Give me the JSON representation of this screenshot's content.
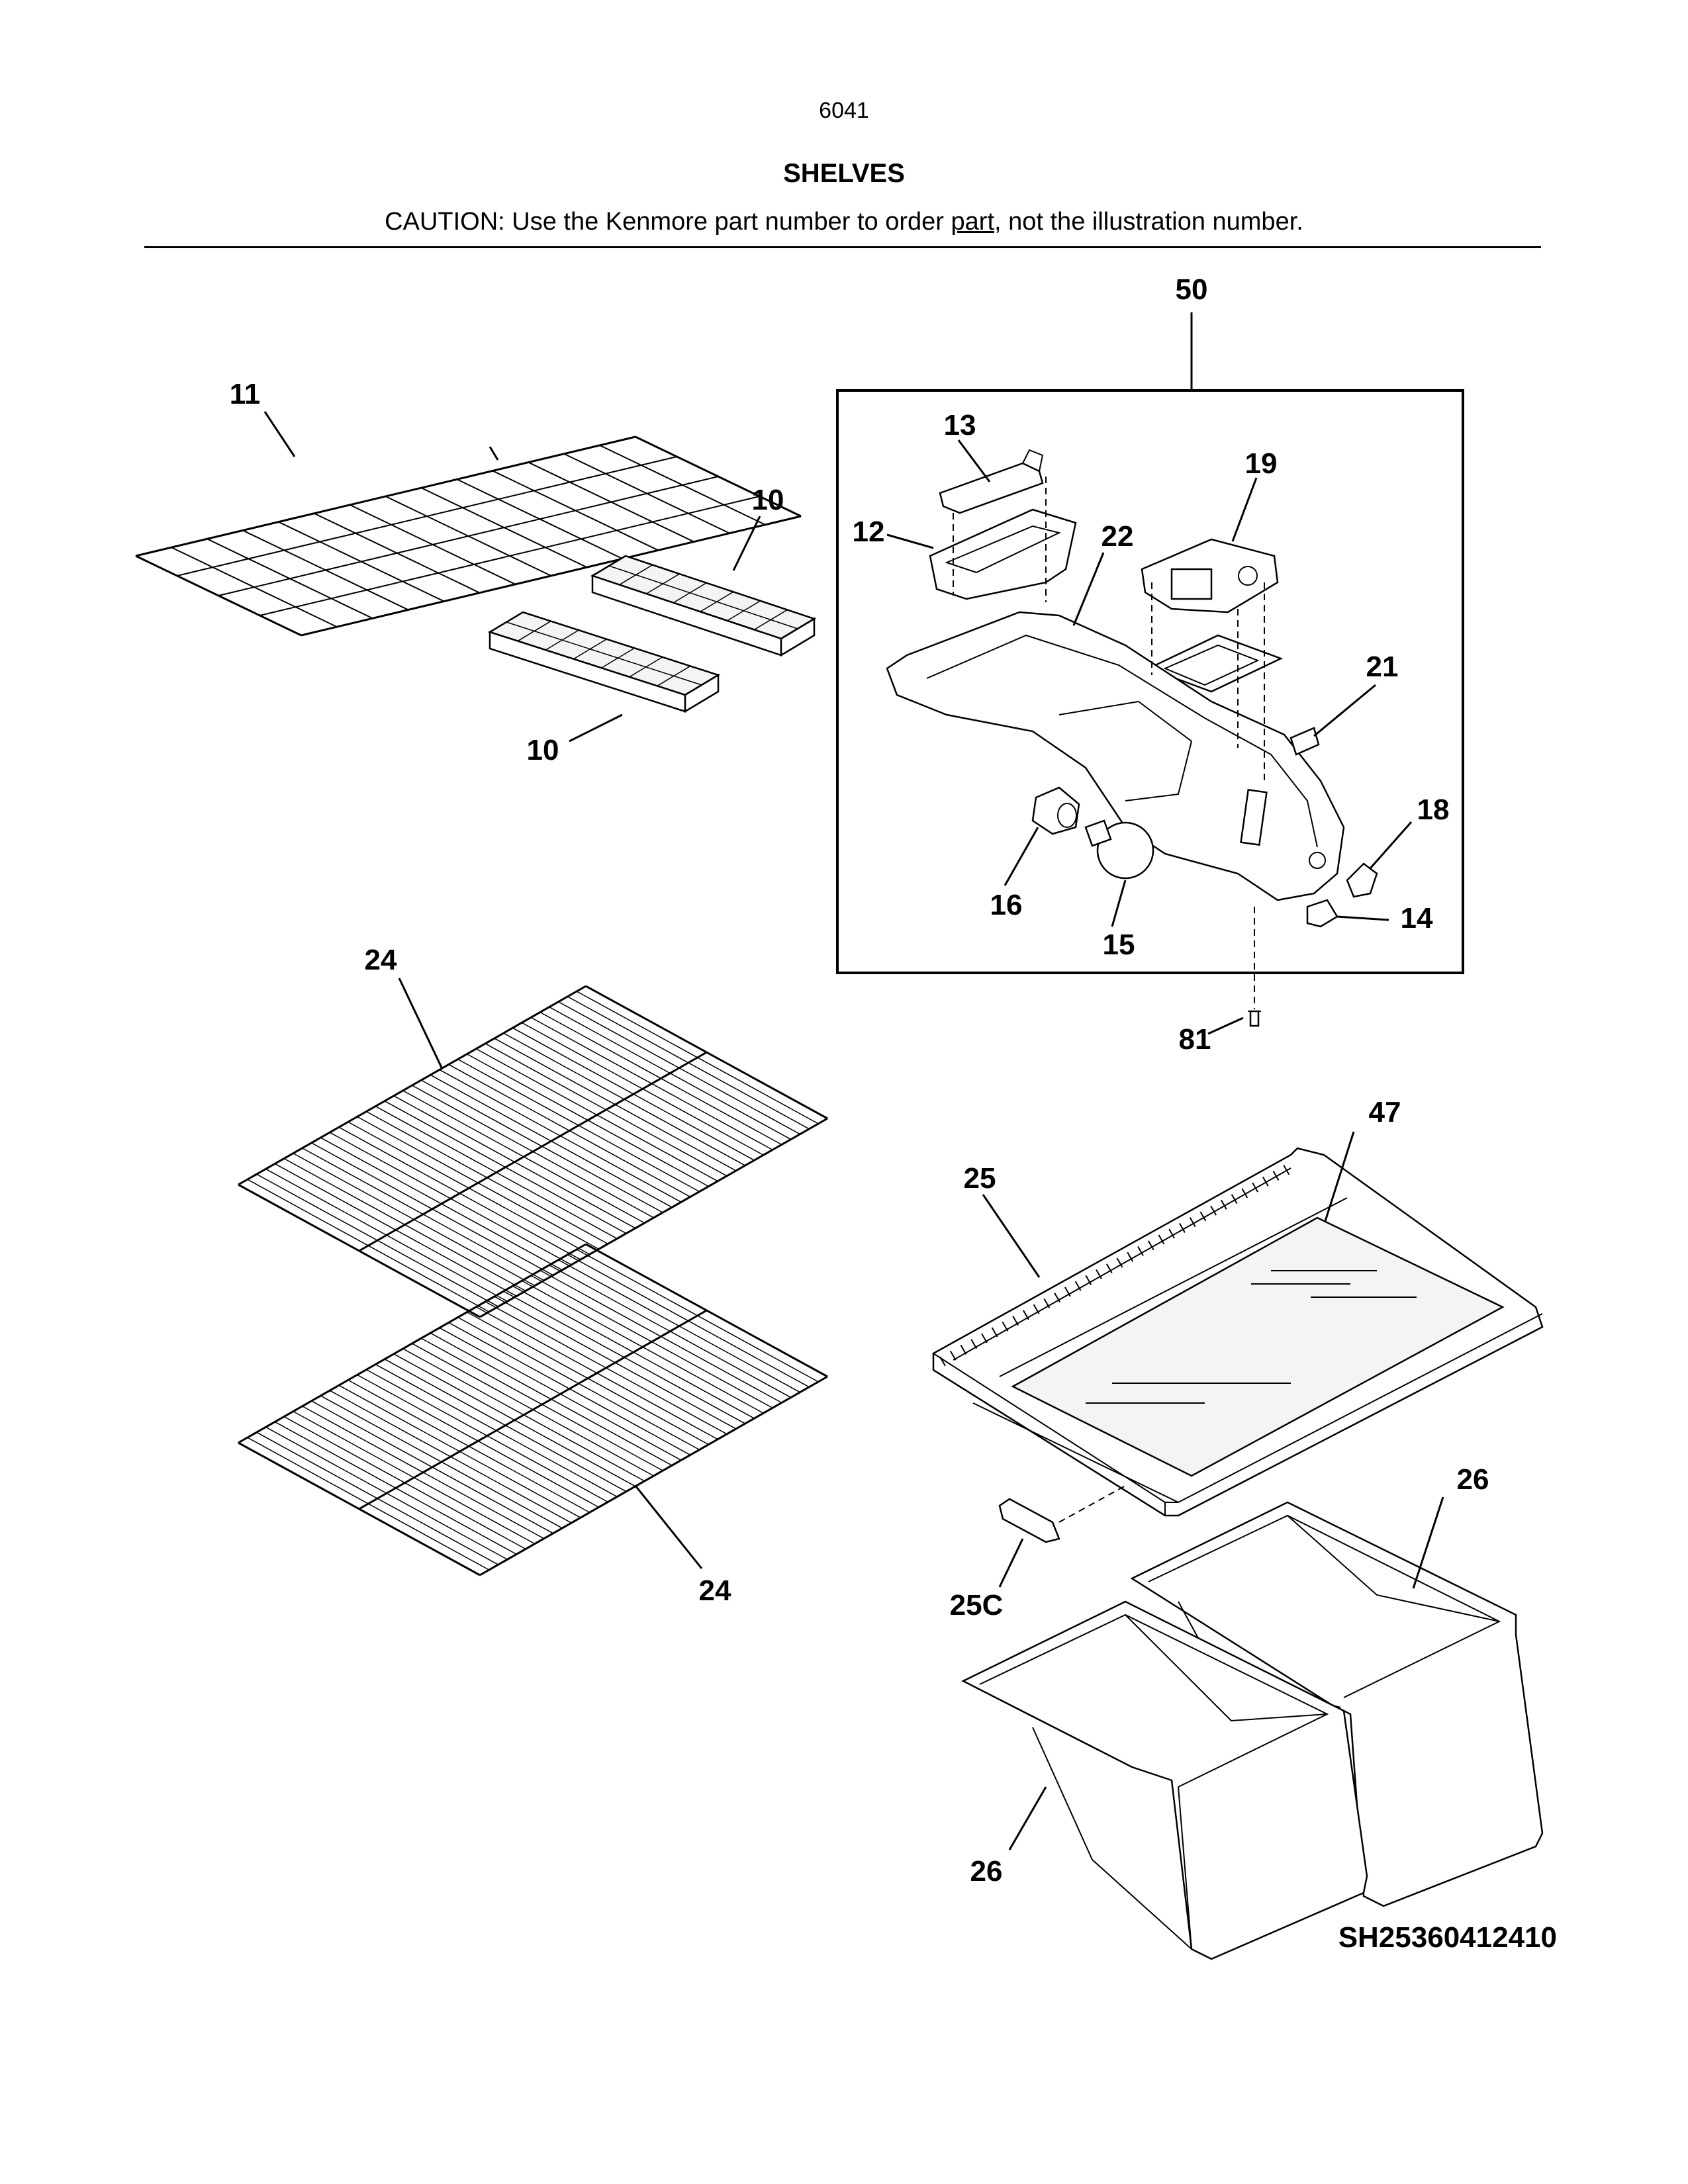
{
  "header": {
    "page_number": "6041",
    "title": "SHELVES",
    "caution_prefix": "CAUTION: Use the Kenmore part number to order ",
    "caution_underlined": "part",
    "caution_suffix": ", not the illustration number."
  },
  "diagram": {
    "sheet_code": "SH25360412410",
    "callouts": {
      "c50": "50",
      "c11": "11",
      "c10a": "10",
      "c10b": "10",
      "c13": "13",
      "c19": "19",
      "c12": "12",
      "c22": "22",
      "c21": "21",
      "c18": "18",
      "c16": "16",
      "c15": "15",
      "c14": "14",
      "c81": "81",
      "c24a": "24",
      "c24b": "24",
      "c47": "47",
      "c25": "25",
      "c26a": "26",
      "c25c": "25C",
      "c26b": "26"
    }
  }
}
